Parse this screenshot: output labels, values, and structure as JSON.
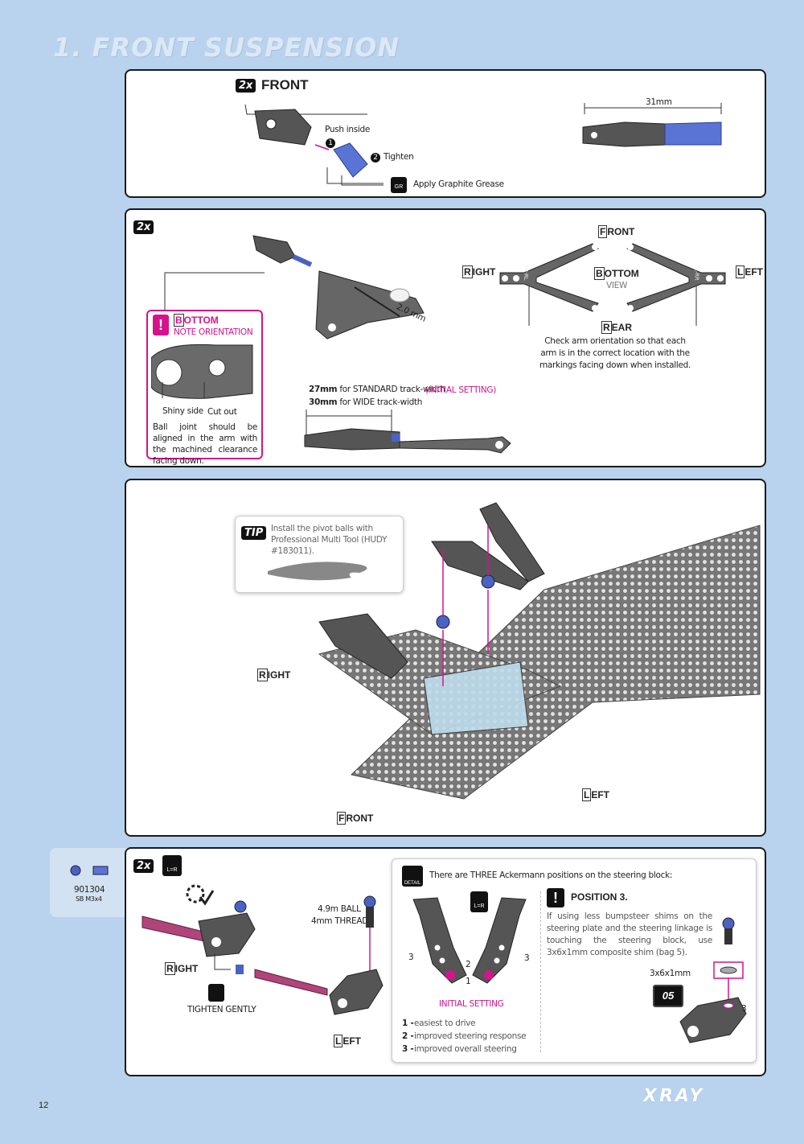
{
  "page": {
    "title": "1. FRONT SUSPENSION",
    "page_number": "12",
    "brand": "XRAY"
  },
  "panel1": {
    "qty": "2x",
    "heading": "FRONT",
    "step1_num": "1",
    "step1": "Push inside",
    "step2_num": "2",
    "step2": "Tighten",
    "grease_icon": "GR",
    "grease": "Apply Graphite Grease",
    "dimension": "31mm"
  },
  "panel2": {
    "qty": "2x",
    "tool_size": "2.0 mm",
    "note_title_letter": "B",
    "note_title_rest": "OTTOM",
    "note_subtitle": "NOTE ORIENTATION",
    "shiny_side": "Shiny side",
    "cut_out": "Cut out",
    "note_text": "Ball joint should be aligned in the arm with the machined clearance facing down.",
    "std_val": "27mm",
    "std_text": "for STANDARD track-width",
    "initial_setting": "(INITIAL SETTING)",
    "wide_val": "30mm",
    "wide_text": "for WIDE track-width",
    "front_label_letter": "F",
    "front_label_rest": "RONT",
    "right_label_letter": "R",
    "right_label_rest": "IGHT",
    "left_label_letter": "L",
    "left_label_rest": "EFT",
    "bottom_letter": "B",
    "bottom_rest": "OTTOM",
    "view": "VIEW",
    "rear_letter": "R",
    "rear_rest": "EAR",
    "arm_mark_right": "FR-RL",
    "arm_mark_left": "FL-RR",
    "check_text": "Check arm orientation so that each arm is in the correct location with the markings facing down when installed."
  },
  "panel3": {
    "tip_label": "TIP",
    "tip_text": "Install the pivot balls with Professional Multi Tool (HUDY #183011).",
    "right_letter": "R",
    "right_rest": "IGHT",
    "left_letter": "L",
    "left_rest": "EFT",
    "front_letter": "F",
    "front_rest": "RONT"
  },
  "panel4": {
    "part_number": "901304",
    "part_desc": "SB M3x4",
    "qty": "2x",
    "lr_icon": "L=R",
    "right_letter": "R",
    "right_rest": "IGHT",
    "left_letter": "L",
    "left_rest": "EFT",
    "tighten": "TIGHTEN GENTLY",
    "ball_line1": "4.9m BALL",
    "ball_line2": "4mm THREAD",
    "detail_label": "DETAIL",
    "detail_title": "There are THREE Ackermann positions on the steering block:",
    "pos_num3a": "3",
    "pos_num2": "2",
    "pos_num1": "1",
    "pos_num3b": "3",
    "initial_setting": "INITIAL SETTING",
    "opt1_num": "1 -",
    "opt1": "easiest to drive",
    "opt2_num": "2 -",
    "opt2": "improved steering response",
    "opt3_num": "3 -",
    "opt3": "improved overall steering",
    "position_title": "POSITION 3.",
    "position_text": "If using less bumpsteer shims on the steering plate and the steering linkage is touching the steering block, use 3x6x1mm composite shim (bag 5).",
    "shim_label": "3x6x1mm",
    "bag": "05",
    "pos_num3c": "3"
  },
  "colors": {
    "background": "#b9d3ee",
    "accent": "#d6128d",
    "alu_blue": "#4a62c2",
    "graphite": "#4a4a4a"
  }
}
